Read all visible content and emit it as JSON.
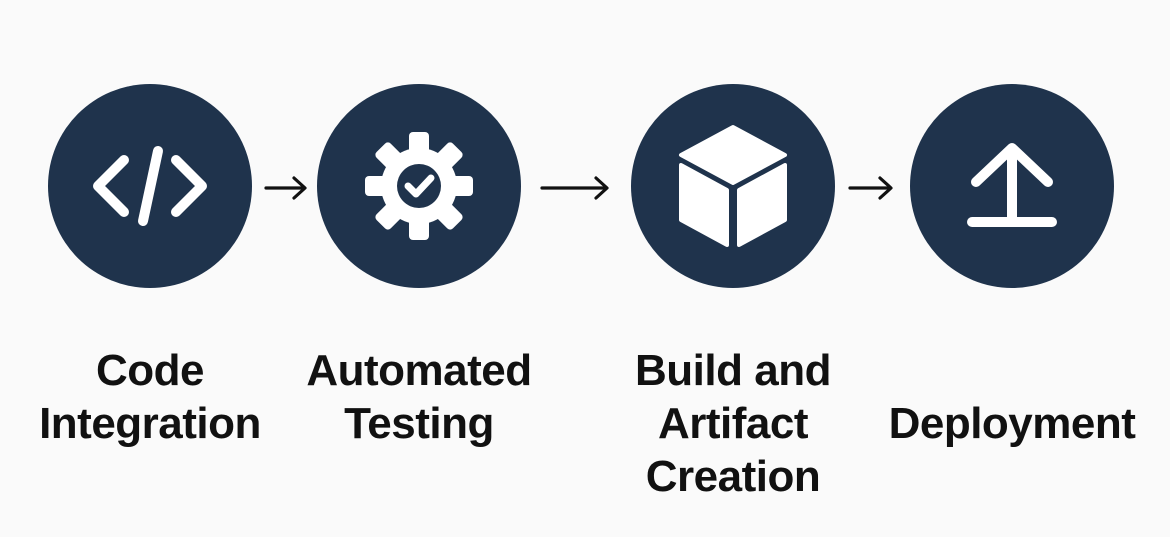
{
  "diagram": {
    "colors": {
      "circle_fill": "#1f334c",
      "icon_stroke": "#ffffff",
      "arrow": "#111111",
      "text": "#111111",
      "background": "#fafafa"
    },
    "steps": [
      {
        "icon": "code-icon",
        "label_lines": [
          "Code",
          "Integration"
        ]
      },
      {
        "icon": "gear-check-icon",
        "label_lines": [
          "Automated",
          "Testing"
        ]
      },
      {
        "icon": "package-cube-icon",
        "label_lines": [
          "Build and",
          "Artifact",
          "Creation"
        ]
      },
      {
        "icon": "upload-arrow-icon",
        "label_lines": [
          "Deployment"
        ]
      }
    ]
  }
}
